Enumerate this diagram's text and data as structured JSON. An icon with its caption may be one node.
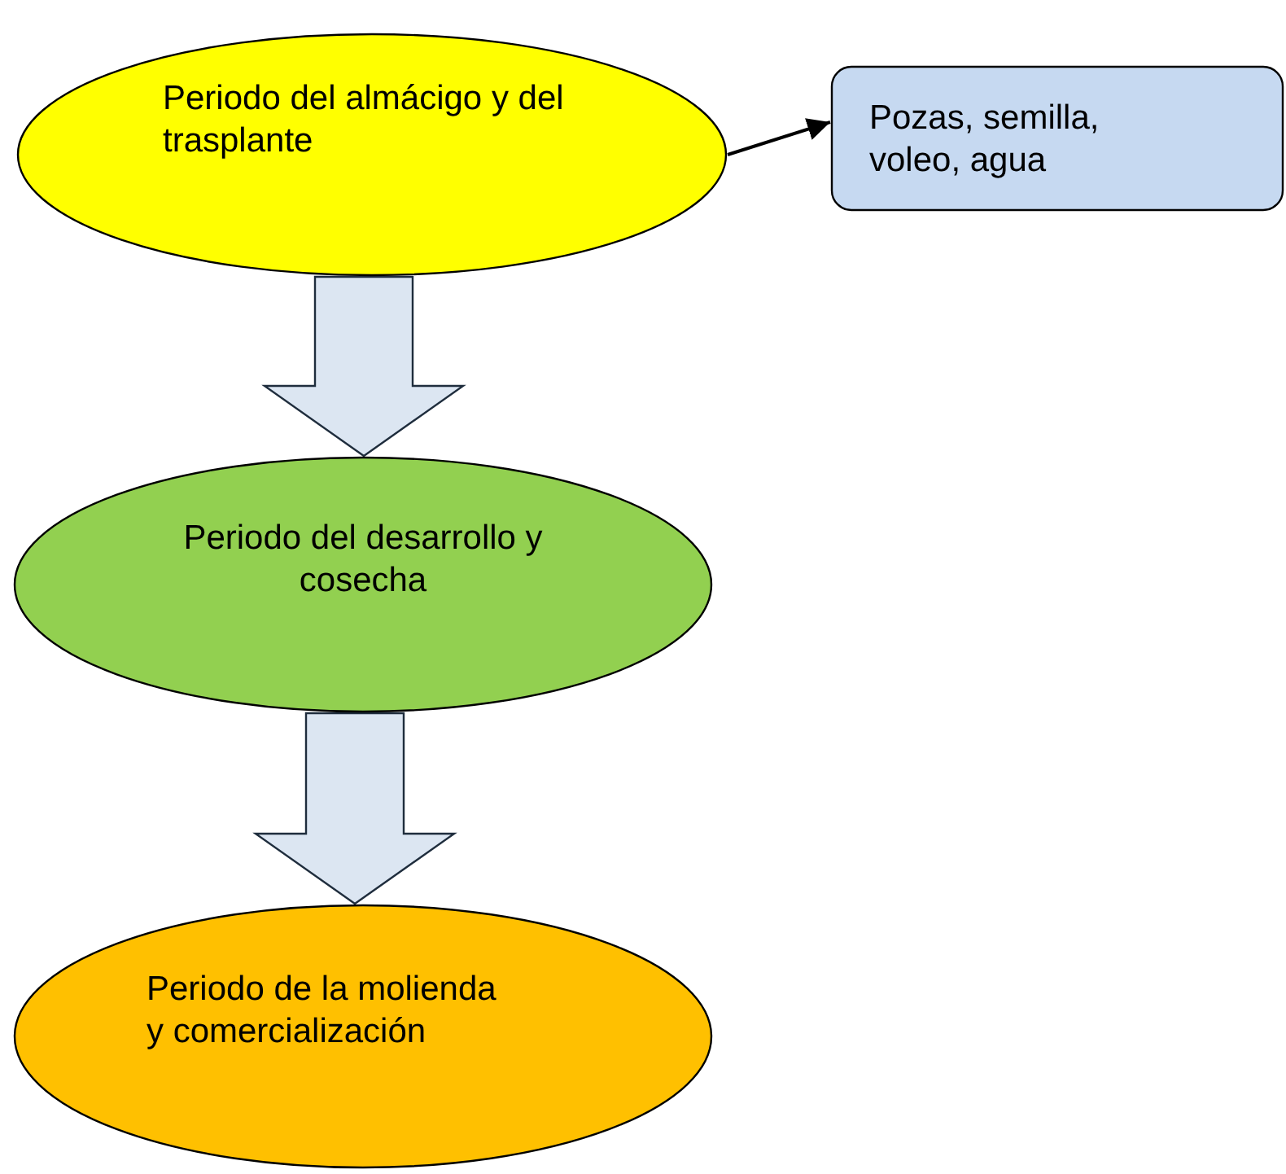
{
  "diagram": {
    "nodes": [
      {
        "text": [
          "Periodo del almácigo y del trasplante"
        ]
      },
      {
        "text": [
          "Pozas, semilla, voleo, agua"
        ]
      },
      {
        "text": [
          "Periodo del desarrollo y cosecha"
        ]
      },
      {
        "text": [
          "Periodo de la molienda y comercialización"
        ]
      }
    ],
    "edges": [
      {
        "from": 0,
        "to": 1,
        "arrow": "to"
      },
      {
        "from": 0,
        "to": 2,
        "arrow": "to",
        "style": "thick"
      },
      {
        "from": 2,
        "to": 3,
        "arrow": "to",
        "style": "thick"
      }
    ]
  }
}
